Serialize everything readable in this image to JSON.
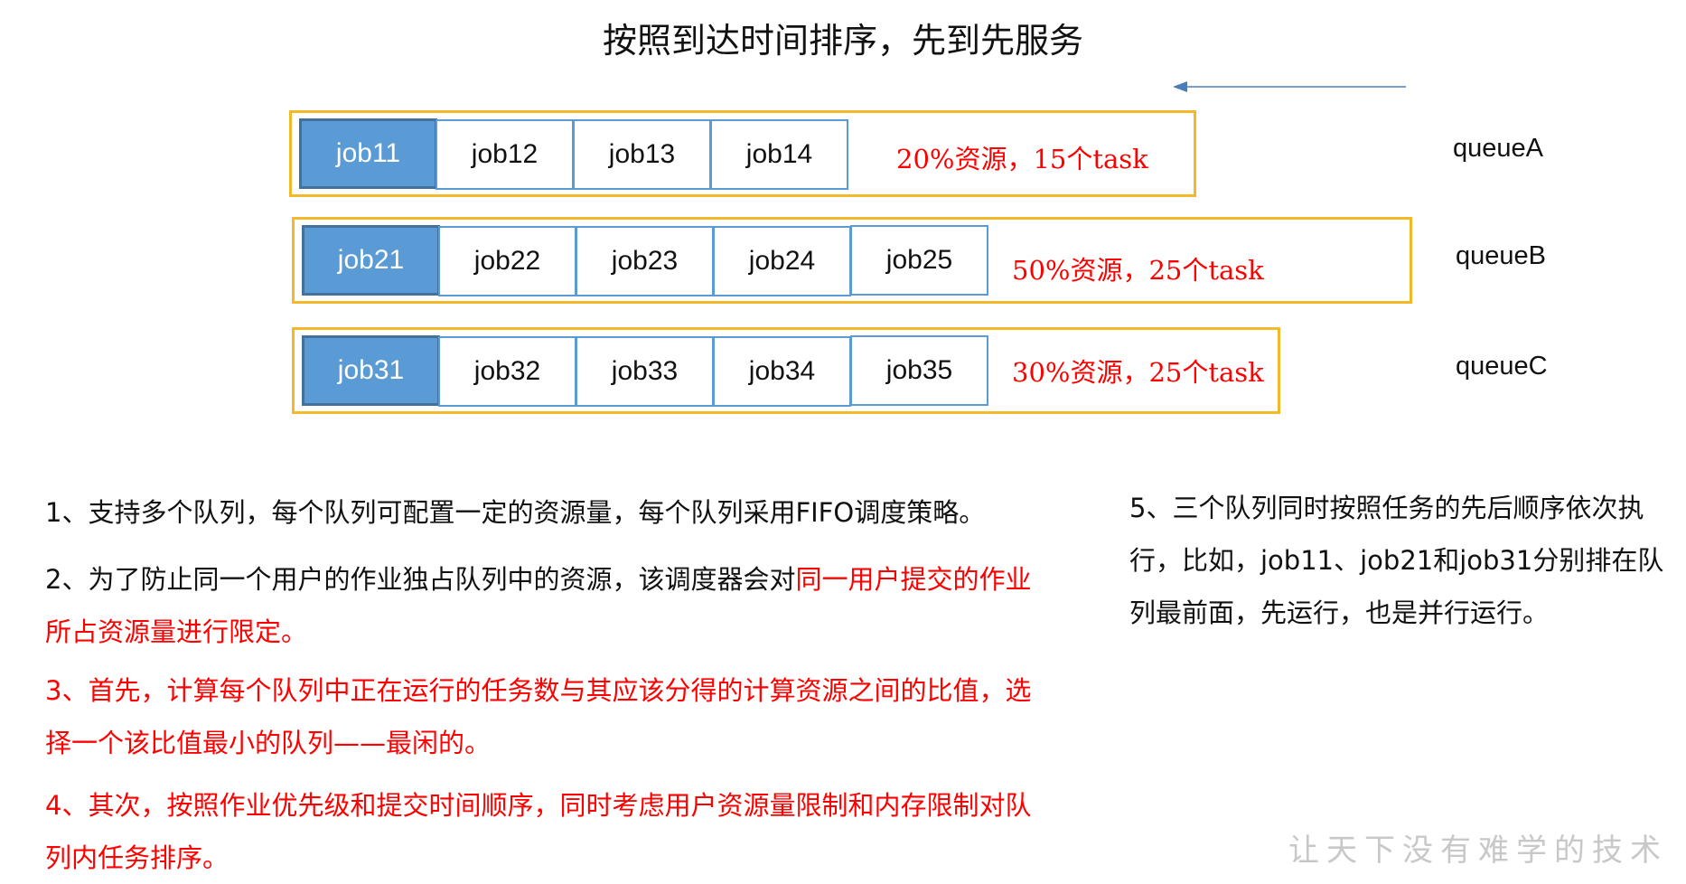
{
  "title": "按照到达时间排序，先到先服务",
  "arrow_icon": "left-arrow",
  "queues": [
    {
      "name": "queueA",
      "resource": "20%资源，15个task",
      "jobs": [
        "job11",
        "job12",
        "job13",
        "job14"
      ]
    },
    {
      "name": "queueB",
      "resource": "50%资源，25个task",
      "jobs": [
        "job21",
        "job22",
        "job23",
        "job24",
        "job25"
      ]
    },
    {
      "name": "queueC",
      "resource": "30%资源，25个task",
      "jobs": [
        "job31",
        "job32",
        "job33",
        "job34",
        "job35"
      ]
    }
  ],
  "notes": {
    "n1": "1、支持多个队列，每个队列可配置一定的资源量，每个队列采用FIFO调度策略。",
    "n2_black": "2、为了防止同一个用户的作业独占队列中的资源，该调度器会对",
    "n2_red": "同一用户提交的作业所占资源量进行限定。",
    "n3": "3、首先，计算每个队列中正在运行的任务数与其应该分得的计算资源之间的比值，选择一个该比值最小的队列——最闲的。",
    "n4": "4、其次，按照作业优先级和提交时间顺序，同时考虑用户资源量限制和内存限制对队列内任务排序。",
    "n5": "5、三个队列同时按照任务的先后顺序依次执行，比如，job11、job21和job31分别排在队列最前面，先运行，也是并行运行。"
  },
  "watermark": "让天下没有难学的技术",
  "colors": {
    "queue_border": "#f4b92a",
    "job_border": "#5b9bd5",
    "job_active": "#5b9bd5",
    "highlight": "#ff0000"
  }
}
